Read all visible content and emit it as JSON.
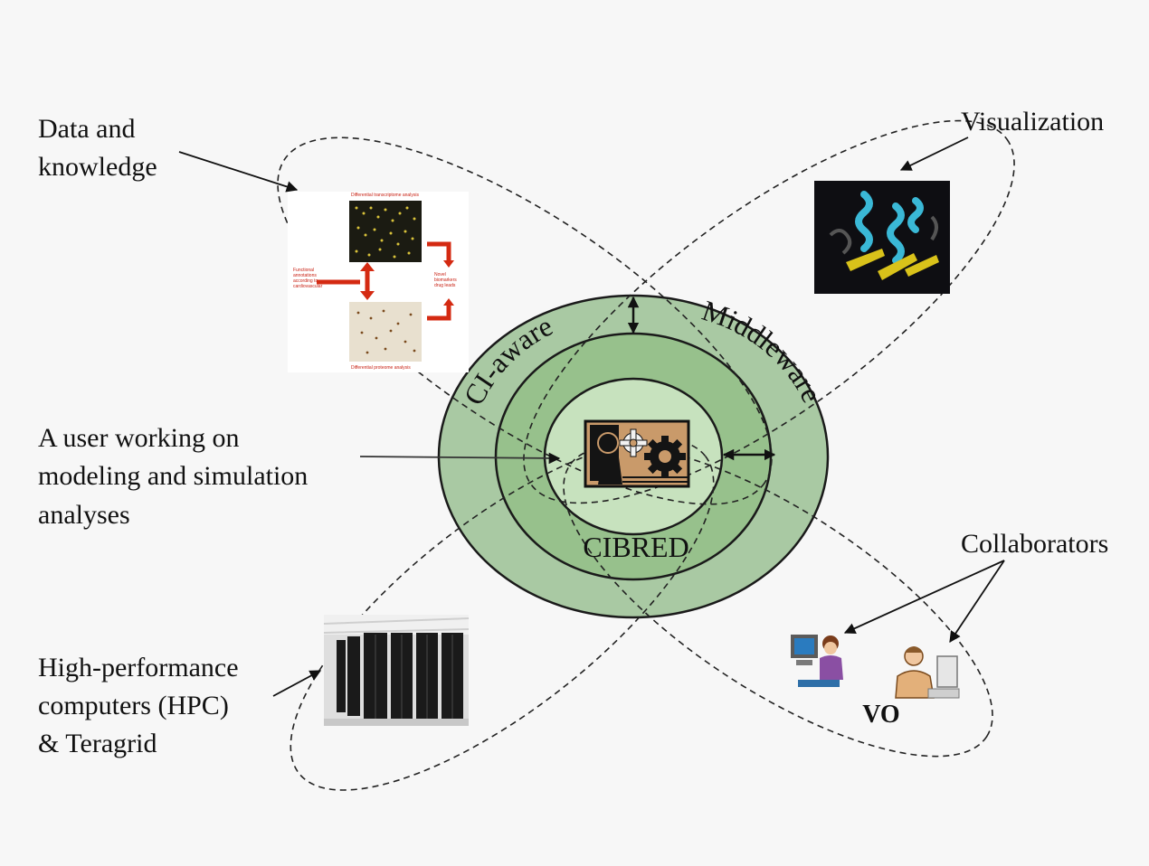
{
  "labels": {
    "data_knowledge": [
      "Data and",
      "knowledge"
    ],
    "visualization": "Visualization",
    "user": [
      "A user working on",
      "modeling and simulation",
      "analyses"
    ],
    "hpc": [
      "High-performance",
      "computers (HPC)",
      "& Teragrid"
    ],
    "collaborators": "Collaborators",
    "vo": "VO"
  },
  "rings": {
    "outer": "CI-aware",
    "outer_right": "Middleware",
    "core": "CIBRED"
  },
  "colors": {
    "outer_ring": "#a9c9a3",
    "middle_ring": "#97c18c",
    "core": "#c7e2be",
    "arrow_red": "#d42a12",
    "protein_helix": "#3ab8d6",
    "protein_sheet": "#d9c21a",
    "user_panel": "#c99a6a"
  },
  "icons": [
    "user-gear-icon",
    "protein-structure-image",
    "hpc-server-image",
    "microarray-image",
    "collaborator-woman-icon",
    "collaborator-man-icon"
  ]
}
